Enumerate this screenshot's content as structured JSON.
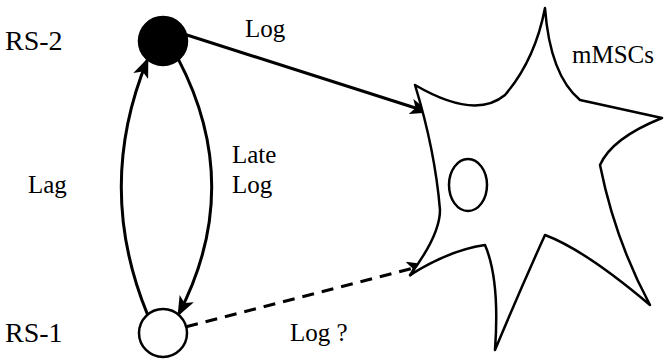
{
  "diagram": {
    "nodes": [
      {
        "text": [
          "RS-2"
        ]
      },
      {
        "text": [
          "RS-1"
        ]
      },
      {
        "text": [
          "mMSCs"
        ]
      }
    ],
    "edges": [
      {
        "from": 1,
        "to": 0,
        "label": "Lag",
        "arrow": "to"
      },
      {
        "from": 0,
        "to": 1,
        "label": "Late Log",
        "arrow": "to"
      },
      {
        "from": 0,
        "to": 2,
        "label": "Log",
        "arrow": "to"
      },
      {
        "from": 1,
        "to": 2,
        "label": "Log ?",
        "arrow": "to"
      }
    ]
  }
}
